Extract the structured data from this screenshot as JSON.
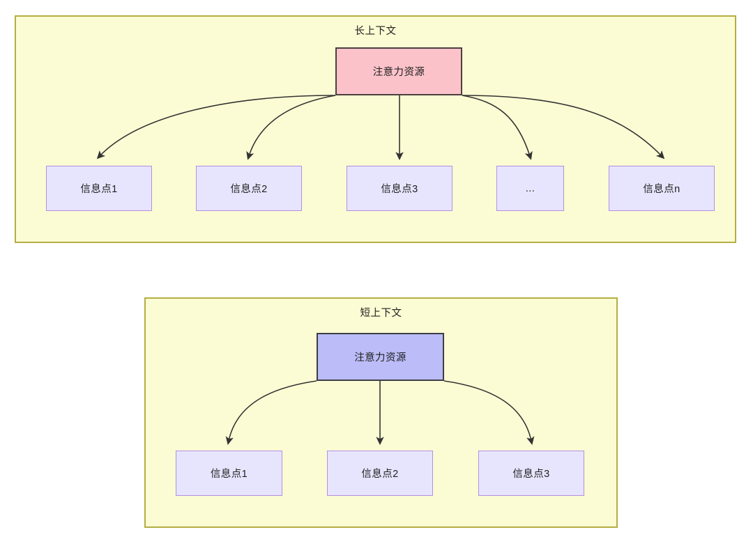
{
  "diagram": {
    "type": "flowchart",
    "background": "#ffffff",
    "colors": {
      "container_fill": "#fcfcd4",
      "container_border": "#b5ad42",
      "attention_long_fill": "#fbc3c9",
      "attention_long_border": "#4a4040",
      "attention_short_fill": "#bcbcf8",
      "attention_short_border": "#3d3d46",
      "info_fill": "#e7e5fd",
      "info_border": "#b18fe3",
      "edge_stroke": "#333333",
      "text": "#1f1f1f"
    },
    "groups": [
      {
        "id": "long-context",
        "title": "长上下文",
        "root": {
          "id": "attn-long",
          "label": "注意力资源"
        },
        "children": [
          {
            "id": "info-l1",
            "label": "信息点1"
          },
          {
            "id": "info-l2",
            "label": "信息点2"
          },
          {
            "id": "info-l3",
            "label": "信息点3"
          },
          {
            "id": "info-l4",
            "label": "..."
          },
          {
            "id": "info-l5",
            "label": "信息点n"
          }
        ]
      },
      {
        "id": "short-context",
        "title": "短上下文",
        "root": {
          "id": "attn-short",
          "label": "注意力资源"
        },
        "children": [
          {
            "id": "info-s1",
            "label": "信息点1"
          },
          {
            "id": "info-s2",
            "label": "信息点2"
          },
          {
            "id": "info-s3",
            "label": "信息点3"
          }
        ]
      }
    ]
  }
}
